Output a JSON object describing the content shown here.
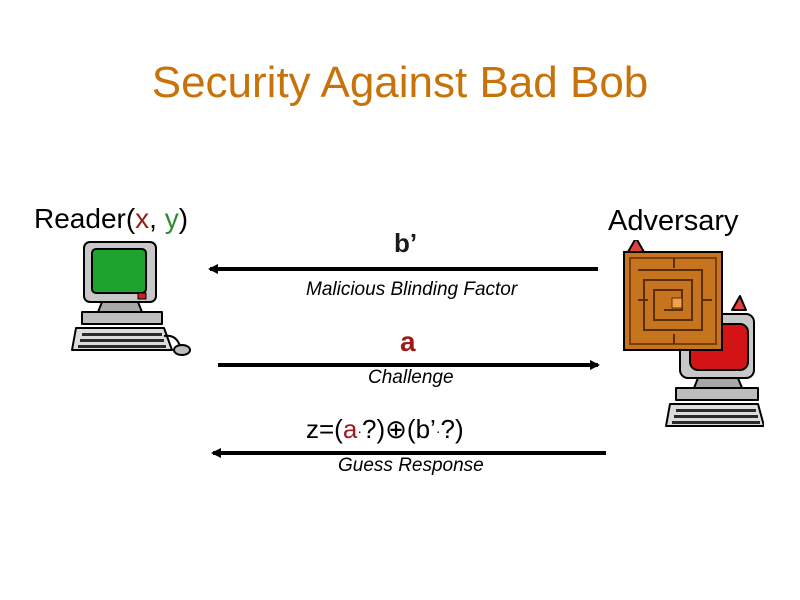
{
  "title": "Security Against Bad Bob",
  "reader": {
    "prefix": "Reader(",
    "x": "x",
    "sep": ", ",
    "y": "y",
    "suffix": ")"
  },
  "adversary": {
    "label": "Adversary"
  },
  "messages": [
    {
      "label": "b’",
      "caption": "Malicious Blinding Factor",
      "direction": "left"
    },
    {
      "label": "a",
      "caption": "Challenge",
      "direction": "right"
    },
    {
      "label": "z=(a·?)⊕(b’·?)",
      "caption": "Guess Response",
      "direction": "left"
    }
  ],
  "formula": {
    "z": "z",
    "eq": "=(",
    "a": "a",
    "dot1": "·",
    "q1": "?",
    "xor": ")⊕(",
    "b": "b’",
    "dot2": "·",
    "q2": "?",
    "end": ")"
  },
  "colors": {
    "title": "#c8730a",
    "variable": "#9b1b1b",
    "reader_y": "#2e8b2e"
  },
  "icons": [
    "reader-computer-icon",
    "adversary-devil-computer-icon",
    "chip-icon"
  ]
}
